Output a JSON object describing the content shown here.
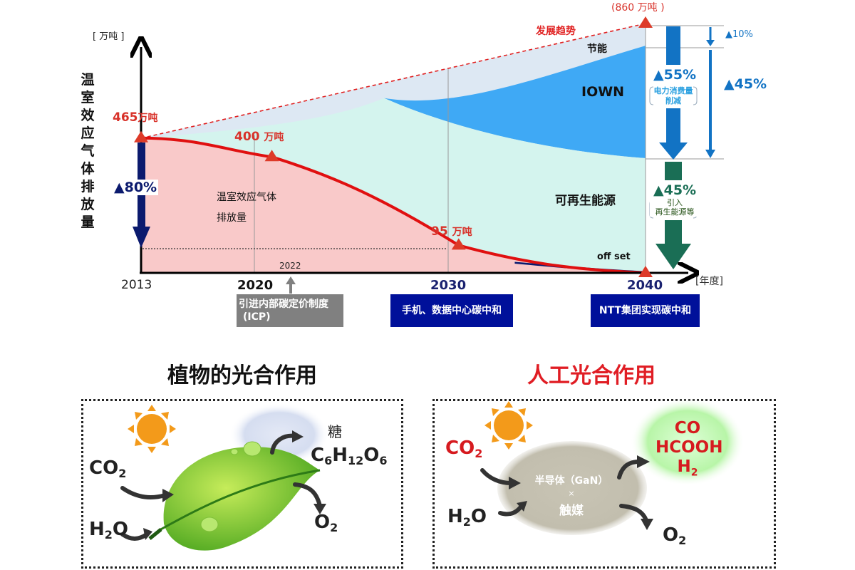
{
  "chart_data": {
    "type": "area",
    "title": "",
    "ylabel": "温室效应气体排放量",
    "yunit": "[ 万吨 ]",
    "xunit": "[年度]",
    "x_ticks": [
      "2013",
      "2020",
      "2030",
      "2040"
    ],
    "x_minor_tick": "2022",
    "trend": {
      "name": "发展趋势",
      "x": [
        2013,
        2040
      ],
      "values": [
        465,
        860
      ],
      "label_end": "(860 万吨 )"
    },
    "emission_series": {
      "name": "温室效应气体排放量",
      "x": [
        2013,
        2020,
        2030,
        2040
      ],
      "values": [
        465,
        400,
        95,
        0
      ]
    },
    "data_labels": [
      {
        "x": 2013,
        "value": 465,
        "text": "465",
        "unit": "万吨"
      },
      {
        "x": 2020,
        "value": 400,
        "text": "400",
        "unit": "万吨"
      },
      {
        "x": 2030,
        "value": 95,
        "text": "95",
        "unit": "万吨"
      }
    ],
    "areas": [
      {
        "name": "节能",
        "color": "#dde8f3"
      },
      {
        "name": "IOWN",
        "color": "#3fa9f5"
      },
      {
        "name": "可再生能源",
        "color": "#d4f4ee"
      },
      {
        "name": "温室效应气体排放量",
        "color": "#f9c9c9"
      },
      {
        "name": "off set",
        "color": "#0b1a6e"
      }
    ],
    "reduction_note": "▲80%",
    "right_annotations": {
      "savings_10": "▲10%",
      "savings_45": "▲45%",
      "power_55": "▲55%",
      "power_55_note_1": "电力消费量",
      "power_55_note_2": "削减",
      "renew_45": "▲45%",
      "renew_45_note_1": "引入",
      "renew_45_note_2": "再生能源等"
    }
  },
  "milestones": [
    {
      "year": "2022",
      "label_line1": "引进内部碳定价制度",
      "label_line2": "(ICP)",
      "color": "#808080"
    },
    {
      "year": "2030",
      "label_line1": "手机、数据中心碳中和",
      "color": "#00109a"
    },
    {
      "year": "2040",
      "label_line1": "NTT集团实现碳中和",
      "color": "#00109a"
    }
  ],
  "ylabel_chars": [
    "温",
    "室",
    "效",
    "应",
    "气",
    "体",
    "排",
    "放",
    "量"
  ],
  "area_labels": {
    "savings": "节能",
    "iown": "IOWN",
    "renewable": "可再生能源",
    "emission_1": "温室效应气体",
    "emission_2": "排放量",
    "offset": "off set",
    "trend": "发展趋势"
  },
  "plant": {
    "title": "植物的光合作用",
    "inputs": [
      "CO2",
      "H2O"
    ],
    "product_name": "糖",
    "product_formula": "C6H12O6",
    "output": "O2"
  },
  "artificial": {
    "title": "人工光合作用",
    "inputs": [
      "CO2",
      "H2O"
    ],
    "catalyst_1": "半导体（GaN）",
    "catalyst_x": "×",
    "catalyst_2": "触媒",
    "products": [
      "CO",
      "HCOOH",
      "H2"
    ],
    "output": "O2"
  },
  "colors": {
    "red": "#e02020",
    "navy": "#0b1a6e",
    "blue_arrow": "#1273c4",
    "green_arrow": "#1a6e55",
    "milestone_blue": "#00109a",
    "milestone_gray": "#808080"
  }
}
